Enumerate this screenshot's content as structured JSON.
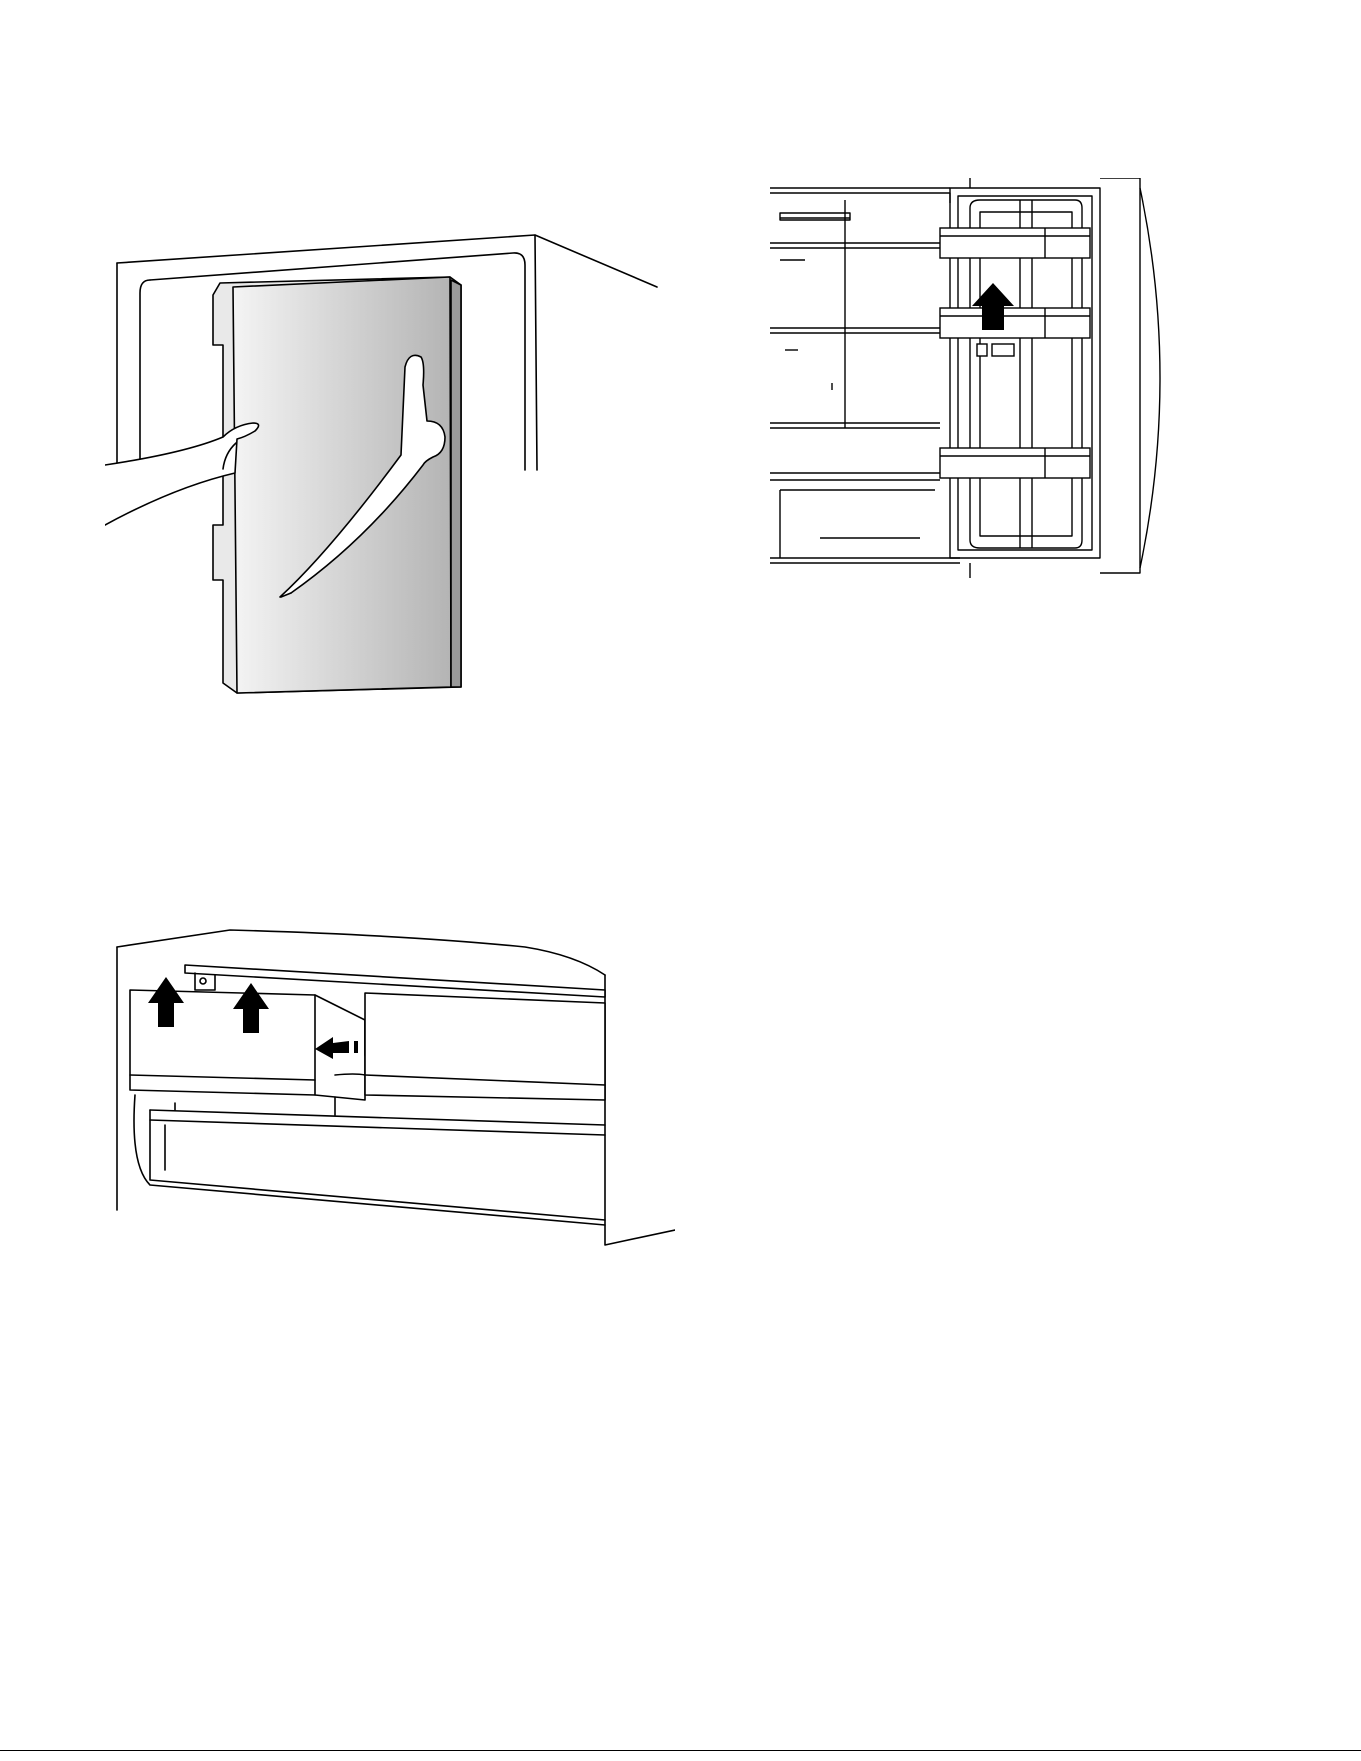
{
  "figures": [
    {
      "id": "fig-panel",
      "icon": "hands-holding-panel-illustration"
    },
    {
      "id": "fig-door",
      "icon": "door-bins-lift-illustration"
    },
    {
      "id": "fig-bin",
      "icon": "drawer-cover-lift-illustration"
    }
  ],
  "colors": {
    "ink": "#000000",
    "panel_light": "#f4f4f4",
    "panel_dark": "#b8b8b8"
  }
}
